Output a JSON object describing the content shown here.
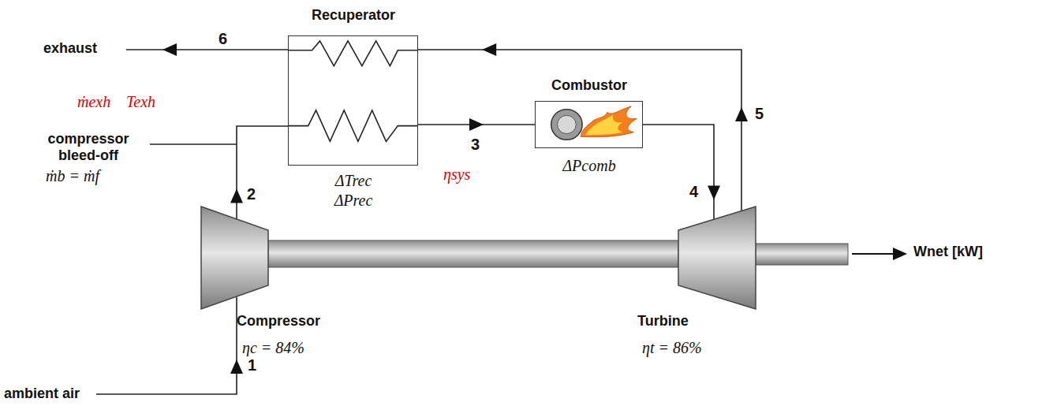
{
  "diagram": {
    "nodes": [
      {
        "text": [
          "Recuperator",
          "ΔTrec",
          "ΔPrec"
        ]
      },
      {
        "text": [
          "Combustor",
          "ΔPcomb"
        ]
      },
      {
        "text": [
          "Compressor",
          "ηc = 84%"
        ]
      },
      {
        "text": [
          "Turbine",
          "ηt = 86%"
        ]
      }
    ],
    "edges": [
      {
        "from": 2,
        "to": 0,
        "arrow": "to",
        "label": "2"
      },
      {
        "from": 0,
        "to": 1,
        "arrow": "to",
        "label": "3"
      },
      {
        "from": 1,
        "to": 3,
        "arrow": "to",
        "label": "4"
      },
      {
        "from": 3,
        "to": 0,
        "arrow": "to",
        "label": "5"
      },
      {
        "from": 2,
        "to": 3,
        "arrow": "none"
      }
    ],
    "labels": [
      "exhaust",
      "ṁexh",
      "Texh",
      "compressor bleed-off",
      "ṁb = ṁf",
      "ηsys",
      "Wnet [kW]",
      "ambient air",
      "1",
      "6"
    ]
  }
}
